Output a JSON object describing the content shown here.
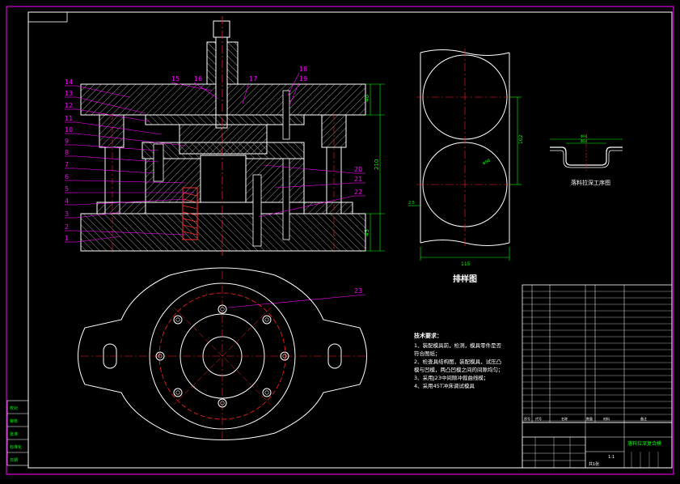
{
  "colors": {
    "background": "#000000",
    "frame": "#ff00ff",
    "outline": "#ffffff",
    "centerline": "#ff2020",
    "hatch": "#c0c0c0",
    "leader": "#ff00ff",
    "dimension": "#00ff00",
    "table": "#ffffff"
  },
  "part_labels": [
    "1",
    "2",
    "3",
    "4",
    "5",
    "6",
    "7",
    "8",
    "9",
    "10",
    "11",
    "12",
    "13",
    "14",
    "15",
    "16",
    "17",
    "18",
    "19",
    "20",
    "21",
    "22",
    "23"
  ],
  "dimensions": {
    "height_top_plate": "40",
    "height_total": "210",
    "height_base": "45",
    "strip_width": "115",
    "strip_pitch": "102",
    "strip_edge": "2.5",
    "circle_dia": "Φ98",
    "part_dim_a": "Φ94",
    "part_dim_b": "Φ84"
  },
  "views": {
    "strip_title": "排样图",
    "part_title": "落料拉深工序图"
  },
  "tech_notes": {
    "heading": "技术要求：",
    "lines": [
      "1、装配模具前，检测，模具零件是否",
      "符合图纸；",
      "2、检查具结构图，装配模具，试压凸",
      "模与凹模，两凸凹模之间的间隙均匀；",
      "3、采用J23中间隙冲裁曲线模；",
      "4、采用45T冲床调试模具"
    ]
  },
  "title_block": {
    "drawing_name": "落料拉深复合模",
    "scale": "1:1",
    "sheet": "共1张",
    "labels": [
      "序号",
      "代号",
      "名称",
      "数量",
      "材料",
      "备注"
    ]
  },
  "side_stamp": [
    "校对",
    "审核",
    "批准",
    "标准化",
    "日期"
  ]
}
